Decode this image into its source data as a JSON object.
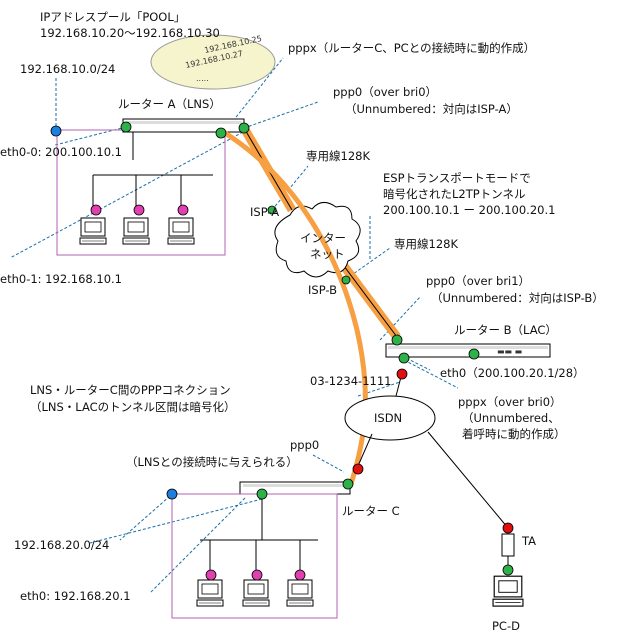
{
  "pool": {
    "title": "IPアドレスプール「POOL」",
    "range": "192.168.10.20〜192.168.10.30",
    "cloud_lines": [
      "192.168.10.25",
      "192.168.10.27",
      "....."
    ]
  },
  "labels": {
    "pppx_a": "pppx（ルーターC、PCとの接続時に動的作成）",
    "net_a": "192.168.10.0/24",
    "router_a": "ルーター A（LNS）",
    "ppp0_a_1": "ppp0（over bri0）",
    "ppp0_a_2": "（Unnumbered：対向はISP-A）",
    "eth00_a": "eth0-0: 200.100.10.1",
    "eth01_a": "eth0-1: 192.168.10.1",
    "leased_1": "専用線128K",
    "esp_1": "ESPトランスポートモードで",
    "esp_2": "暗号化されたL2TPトンネル",
    "esp_3": "200.100.10.1 ー 200.100.20.1",
    "isp_a": "ISP-A",
    "internet_1": "インター",
    "internet_2": "ネット",
    "leased_2": "専用線128K",
    "isp_b": "ISP-B",
    "ppp0_b_1": "ppp0（over bri1）",
    "ppp0_b_2": "（Unnumbered：対向はISP-B）",
    "router_b": "ルーター B（LAC）",
    "eth0_b": "eth0（200.100.20.1/28）",
    "ppp_conn_1": "LNS・ルーターC間のPPPコネクション",
    "ppp_conn_2": "（LNS・LACのトンネル区間は暗号化）",
    "phone": "03-1234-1111",
    "isdn": "ISDN",
    "pppx_b_1": "pppx（over bri0）",
    "pppx_b_2": "（Unnumbered、",
    "pppx_b_3": "着呼時に動的作成）",
    "ppp0_c_1": "ppp0",
    "ppp0_c_2": "（LNSとの接続時に与えられる）",
    "router_c": "ルーター C",
    "net_c": "192.168.20.0/24",
    "eth0_c": "eth0: 192.168.20.1",
    "ta": "TA",
    "pc_d": "PC-D"
  },
  "colors": {
    "tunnel_orange": "#f7a043",
    "node_green": "#2db24a",
    "node_blue": "#1f7fe0",
    "node_red": "#e01010",
    "node_pink": "#e040b0",
    "lan_box": "#b060b0",
    "cloud_fill": "#f6f4cc",
    "dashed": "#1a6fa8"
  }
}
